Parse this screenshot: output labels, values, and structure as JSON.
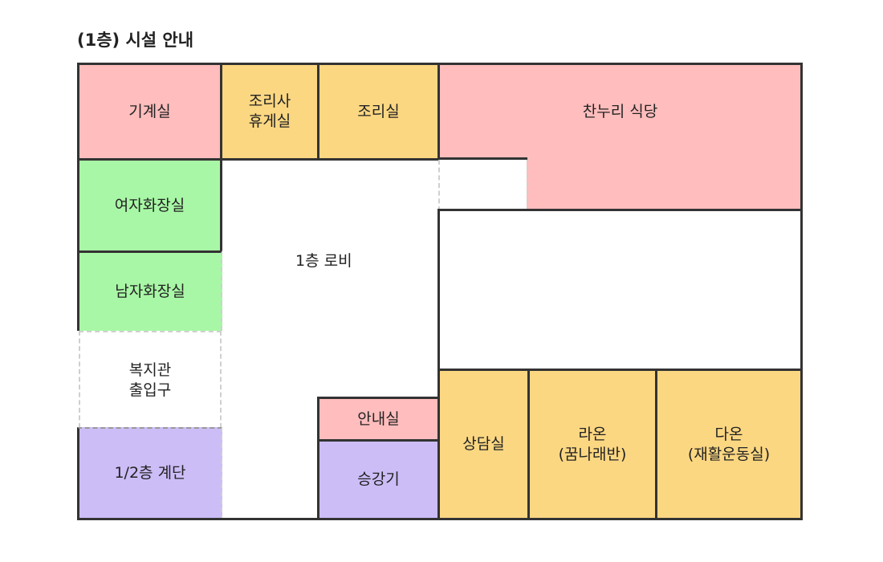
{
  "title": "(1층) 시설 안내",
  "rooms": {
    "machine": "기계실",
    "cook_rest": "조리사\n휴게실",
    "kitchen": "조리실",
    "cafeteria": "찬누리 식당",
    "women_restroom": "여자화장실",
    "men_restroom": "남자화장실",
    "entrance": "복지관\n출입구",
    "stairs": "1/2층 계단",
    "lobby": "1층 로비",
    "info_desk": "안내실",
    "elevator": "승강기",
    "counseling": "상담실",
    "lounge": "라온\n(꿈나래반)",
    "da_on": "다온\n(재활운동실)"
  },
  "colors": {
    "pink": "#ffbdbd",
    "yellow": "#fcd782",
    "green": "#a8f7a6",
    "purple": "#ccbdf7",
    "wall": "#333333"
  }
}
